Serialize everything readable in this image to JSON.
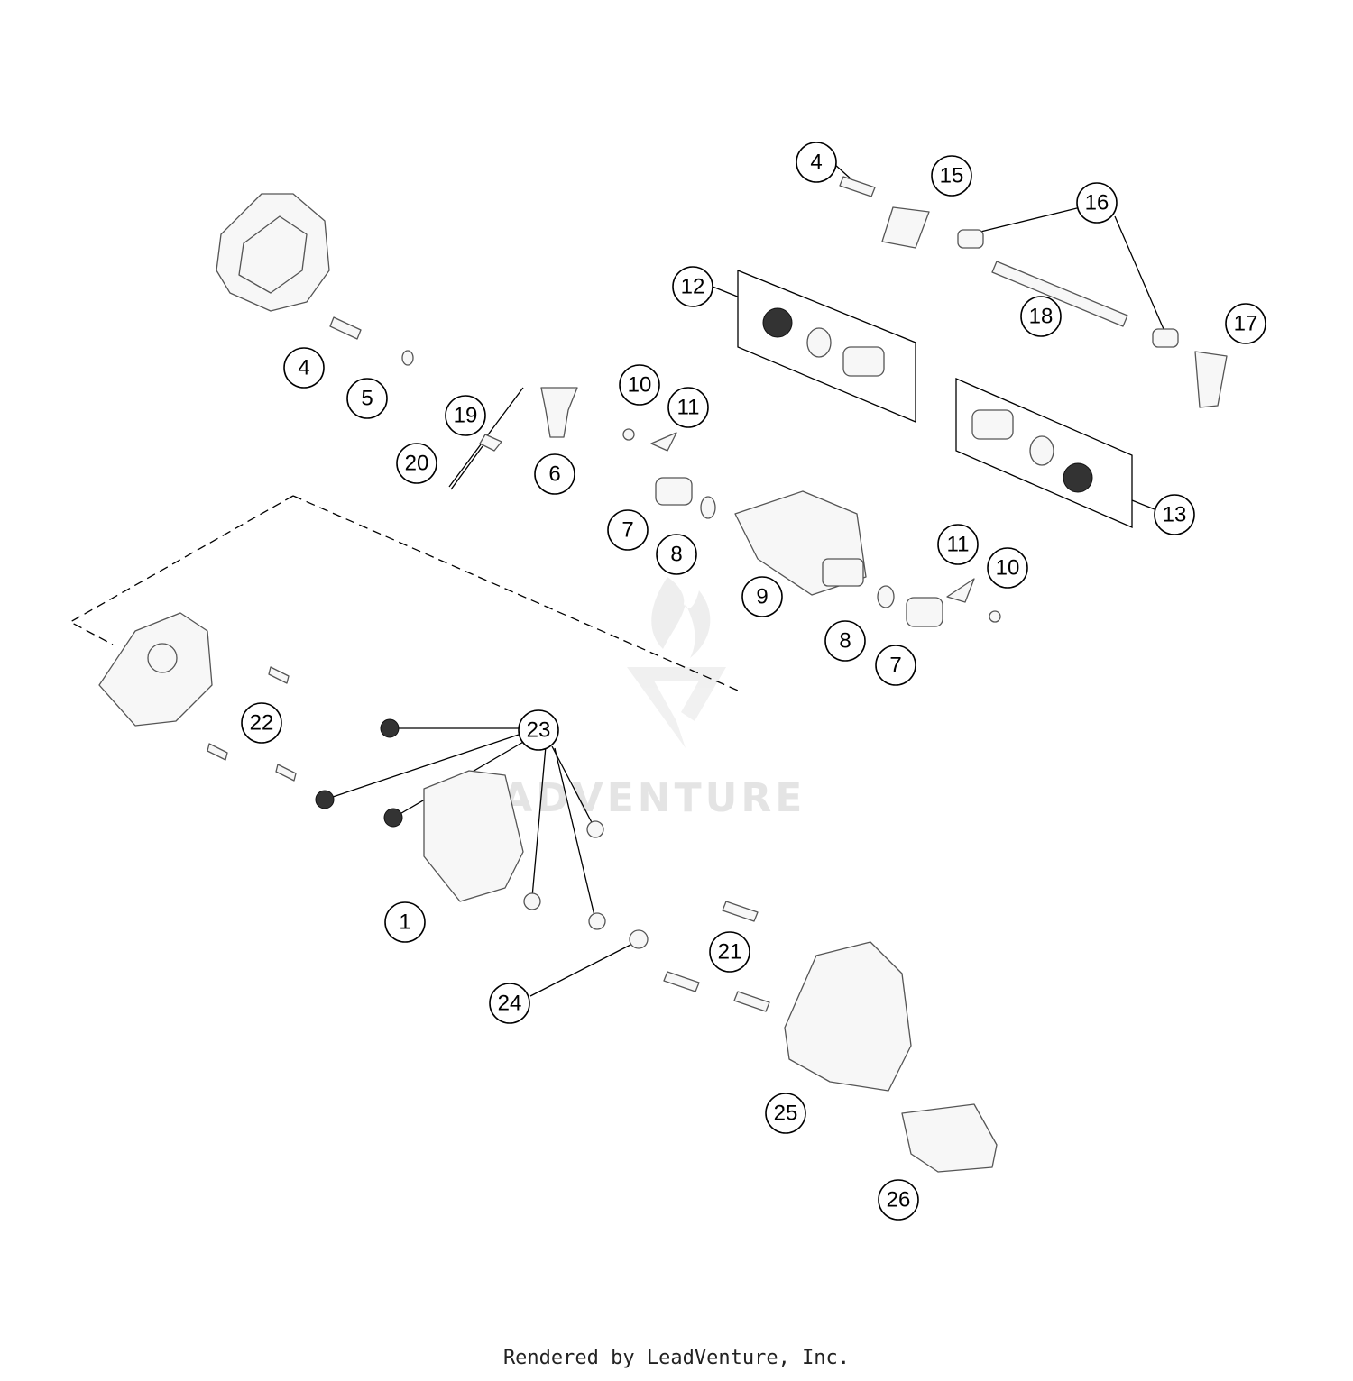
{
  "callouts": [
    {
      "label": "1"
    },
    {
      "label": "4"
    },
    {
      "label": "4"
    },
    {
      "label": "5"
    },
    {
      "label": "6"
    },
    {
      "label": "7"
    },
    {
      "label": "7"
    },
    {
      "label": "8"
    },
    {
      "label": "8"
    },
    {
      "label": "9"
    },
    {
      "label": "10"
    },
    {
      "label": "10"
    },
    {
      "label": "11"
    },
    {
      "label": "11"
    },
    {
      "label": "12"
    },
    {
      "label": "13"
    },
    {
      "label": "15"
    },
    {
      "label": "16"
    },
    {
      "label": "17"
    },
    {
      "label": "18"
    },
    {
      "label": "19"
    },
    {
      "label": "20"
    },
    {
      "label": "21"
    },
    {
      "label": "22"
    },
    {
      "label": "23"
    },
    {
      "label": "24"
    },
    {
      "label": "25"
    },
    {
      "label": "26"
    }
  ],
  "watermark": {
    "text": "LEADVENTURE"
  },
  "footer": {
    "credit": "Rendered by LeadVenture, Inc."
  }
}
